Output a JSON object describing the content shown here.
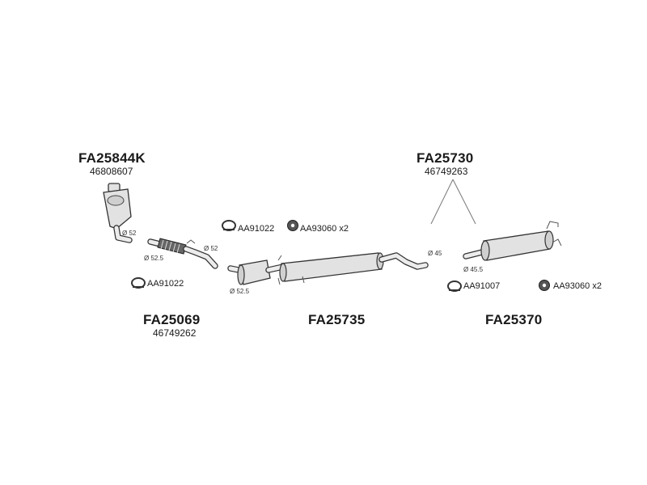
{
  "parts": {
    "catalyst": {
      "code": "FA25844K",
      "oem": "46808607"
    },
    "front_pipe": {
      "code": "FA25069",
      "oem": "46749262"
    },
    "middle_silencer": {
      "code": "FA25735"
    },
    "rear_assembly": {
      "code": "FA25730",
      "oem": "46749263"
    },
    "rear_silencer": {
      "code": "FA25370"
    }
  },
  "accessories": {
    "clamp_1": "AA91022",
    "mount_1": "AA93060 x2",
    "clamp_2": "AA91022",
    "clamp_3": "AA91007",
    "mount_2": "AA93060 x2"
  },
  "dimensions": {
    "d_cat_out": "Ø 52",
    "d_flex_in": "Ø 52.5",
    "d_flex_out": "Ø 52",
    "d_mid_in": "Ø 52.5",
    "d_mid_out": "Ø 45",
    "d_rear_in": "Ø 45.5"
  }
}
